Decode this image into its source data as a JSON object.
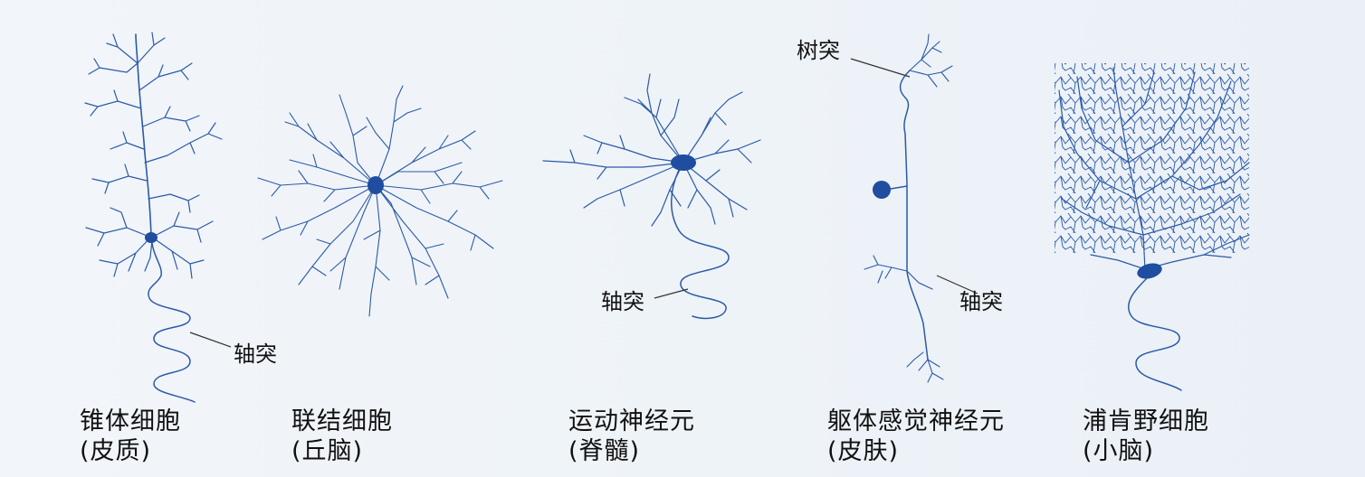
{
  "neurons": [
    {
      "id": "pyramidal",
      "name": "锥体细胞",
      "region": "(皮质)",
      "axon_label": "轴突"
    },
    {
      "id": "association",
      "name": "联结细胞",
      "region": "(丘脑)"
    },
    {
      "id": "motor",
      "name": "运动神经元",
      "region": "(脊髓)",
      "axon_label": "轴突"
    },
    {
      "id": "somatosensory",
      "name": "躯体感觉神经元",
      "region": "(皮肤)",
      "dendrite_label": "树突",
      "axon_label": "轴突"
    },
    {
      "id": "purkinje",
      "name": "浦肯野细胞",
      "region": "(小脑)"
    }
  ],
  "colors": {
    "neuron_stroke": "#2b5aa8",
    "soma_fill": "#1f4da0",
    "background": "#eef3f8",
    "text": "#111111"
  }
}
